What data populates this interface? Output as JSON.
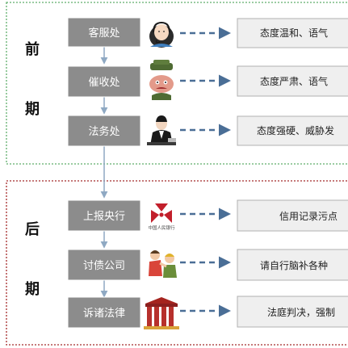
{
  "phases": [
    {
      "chars": [
        "前",
        "期"
      ],
      "steps": [
        {
          "label": "客服处",
          "icon": "customer-service-agent-icon",
          "result": "态度温和、语气"
        },
        {
          "label": "催收处",
          "icon": "angry-debt-collector-icon",
          "result": "态度严肃、语气"
        },
        {
          "label": "法务处",
          "icon": "lawyer-icon",
          "result": "态度强硬、威胁发"
        }
      ]
    },
    {
      "chars": [
        "后",
        "期"
      ],
      "steps": [
        {
          "label": "上报央行",
          "icon": "central-bank-logo-icon",
          "logo_text": "中国人民银行",
          "result": "信用记录污点"
        },
        {
          "label": "讨债公司",
          "icon": "debt-collection-fight-icon",
          "result": "请自行脑补各种"
        },
        {
          "label": "诉诸法律",
          "icon": "court-building-icon",
          "result": "法庭判决，强制"
        }
      ]
    }
  ],
  "colors": {
    "step_box": "#8c8c8c",
    "step_text": "#ffffff",
    "result_box": "#efefef",
    "result_border": "#b0b0b0",
    "dash_arrow": "#4a6e96",
    "early_border": "#5fae6a",
    "late_border": "#a52a2a",
    "connector": "#8fa9c3"
  }
}
